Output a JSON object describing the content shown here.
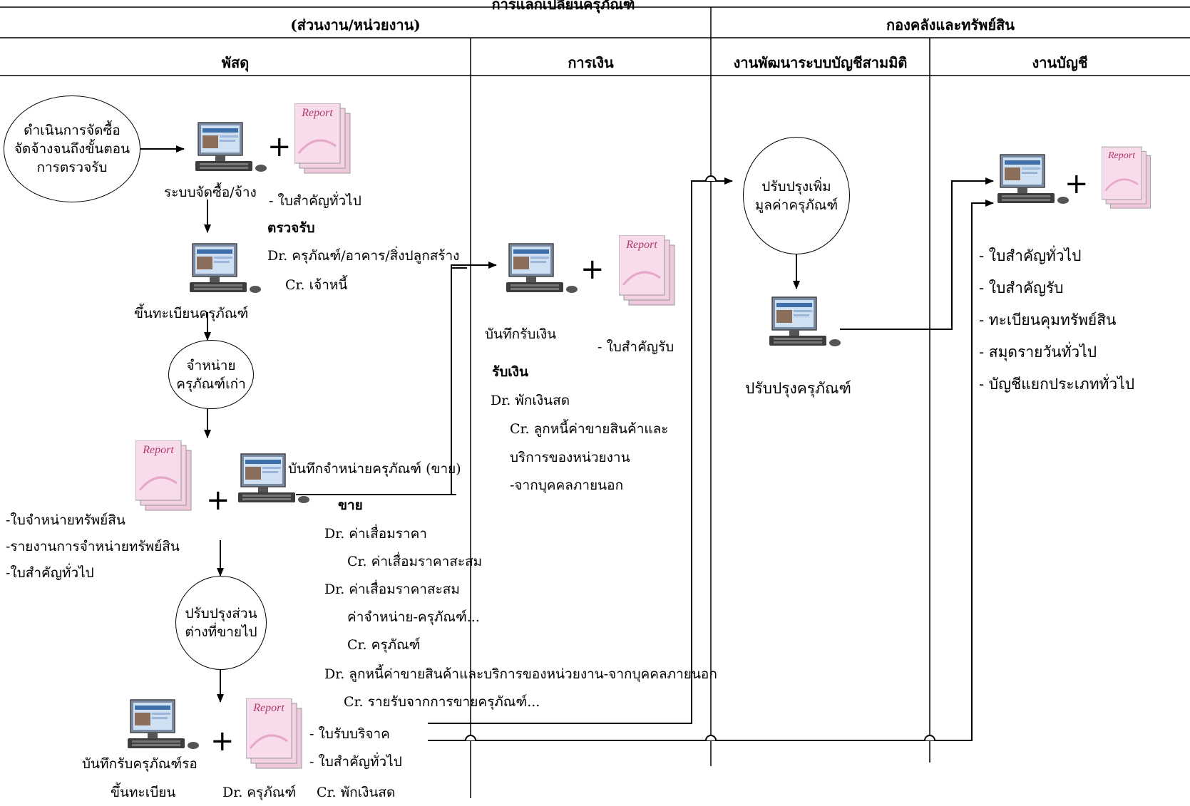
{
  "header": {
    "title_cut": "การแลกเปลี่ยนครุภัณฑ์",
    "group_left": "(ส่วนงาน/หน่วยงาน)",
    "group_right": "กองคลังและทรัพย์สิน",
    "lanes": [
      "พัสดุ",
      "การเงิน",
      "งานพัฒนาระบบบัญชีสามมิติ",
      "งานบัญชี"
    ]
  },
  "icons": {
    "computer": "desktop-computer-icon",
    "report": "report-document-icon",
    "report_label": "Report",
    "plus": "+"
  },
  "circles": {
    "start": "ดำเนินการจัดซื้อ\nจัดจ้างจนถึงขั้นตอน\nการตรวจรับ",
    "dispose": "จำหน่าย\nครุภัณฑ์เก่า",
    "adjust_diff": "ปรับปรุงส่วน\nต่างที่ขายไป",
    "adjust_value": "ปรับปรุงเพิ่ม\nมูลค่าครุภัณฑ์"
  },
  "supply": {
    "procure_system": "ระบบจัดซื้อ/จ้าง",
    "general_voucher": "- ใบสำคัญทั่วไป",
    "inspect_title": "ตรวจรับ",
    "inspect_dr": "Dr. ครุภัณฑ์/อาคาร/สิ่งปลูกสร้าง",
    "inspect_cr": "Cr. เจ้าหนี้",
    "register": "ขึ้นทะเบียนครุภัณฑ์",
    "record_dispose": "บันทึกจำหน่ายครุภัณฑ์ (ขาย)",
    "dispose_docs": [
      "-ใบจำหน่ายทรัพย์สิน",
      "-รายงานการจำหน่ายทรัพย์สิน",
      "-ใบสำคัญทั่วไป"
    ],
    "sale_title": "ขาย",
    "sale_entries": [
      "Dr. ค่าเสื่อมราคา",
      "Cr. ค่าเสื่อมราคาสะสม",
      "Dr. ค่าเสื่อมราคาสะสม",
      "ค่าจำหน่าย-ครุภัณฑ์...",
      "Cr. ครุภัณฑ์",
      "Dr. ลูกหนี้ค่าขายสินค้าและบริการของหน่วยงาน-จากบุคคลภายนอก",
      "Cr. รายรับจากการขายครุภัณฑ์..."
    ],
    "receive_record": [
      "บันทึกรับครุภัณฑ์รอ",
      "ขึ้นทะเบียน"
    ],
    "donation_docs": [
      "- ใบรับบริจาค",
      "- ใบสำคัญทั่วไป"
    ],
    "donation_dr": "Dr. ครุภัณฑ์",
    "donation_cr": "Cr. พักเงินสด"
  },
  "finance": {
    "record_receipt": "บันทึกรับเงิน",
    "receipt_voucher": "- ใบสำคัญรับ",
    "receive_title": "รับเงิน",
    "entries": [
      "Dr. พักเงินสด",
      "Cr. ลูกหนี้ค่าขายสินค้าและ",
      "บริการของหน่วยงาน",
      "-จากบุคคลภายนอก"
    ]
  },
  "dev": {
    "adjust_label": "ปรับปรุงครุภัณฑ์"
  },
  "accounting": {
    "docs": [
      "- ใบสำคัญทั่วไป",
      "- ใบสำคัญรับ",
      "- ทะเบียนคุมทรัพย์สิน",
      "- สมุดรายวันทั่วไป",
      "- บัญชีแยกประเภททั่วไป"
    ]
  }
}
